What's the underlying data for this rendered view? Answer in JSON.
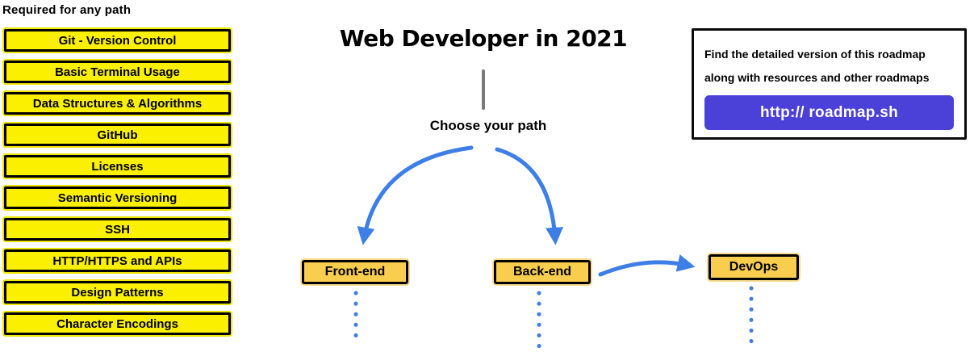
{
  "left_column": {
    "heading": "Required for any path",
    "items": [
      "Git - Version Control",
      "Basic Terminal Usage",
      "Data Structures & Algorithms",
      "GitHub",
      "Licenses",
      "Semantic Versioning",
      "SSH",
      "HTTP/HTTPS and APIs",
      "Design Patterns",
      "Character Encodings"
    ]
  },
  "title": "Web Developer in 2021",
  "choose_label": "Choose your path",
  "paths": [
    {
      "label": "Front-end"
    },
    {
      "label": "Back-end"
    },
    {
      "label": "DevOps"
    }
  ],
  "info": {
    "line1": "Find the detailed version of this roadmap",
    "line2": "along with resources and other roadmaps",
    "url": "http:// roadmap.sh"
  },
  "colors": {
    "topic_fill": "#FAF000",
    "path_fill": "#F9CD4E",
    "arrow_blue": "#3D7EE7",
    "button_indigo": "#4B41D8",
    "stem_gray": "#7A7A7A"
  }
}
